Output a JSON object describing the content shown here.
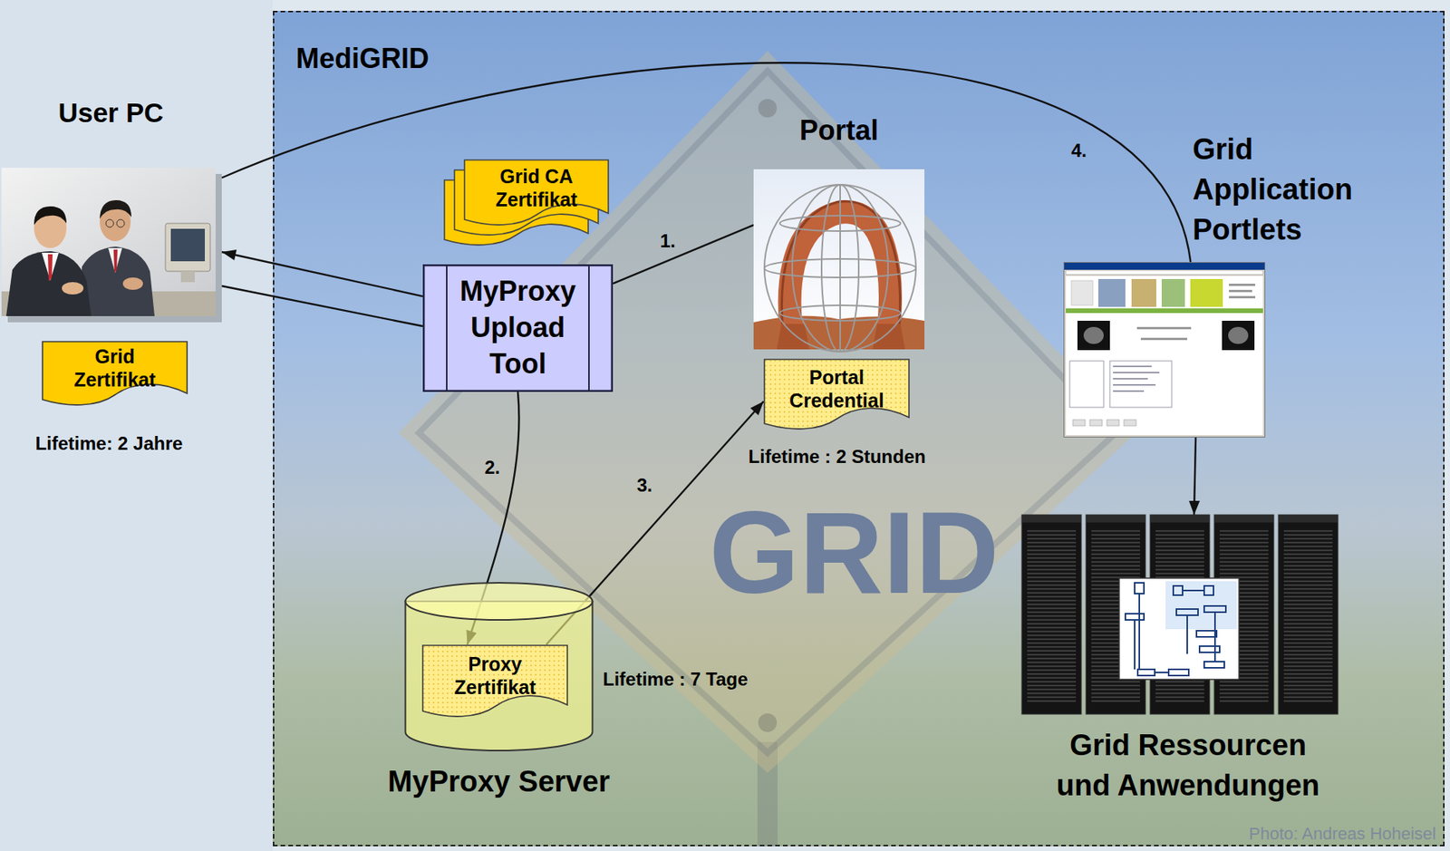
{
  "diagram": {
    "nodes": [
      {
        "text": [
          "MediGRID"
        ]
      },
      {
        "text": [
          "User PC"
        ]
      },
      {
        "text": [
          "Grid Zertifikat"
        ]
      },
      {
        "text": [
          "Grid CA Zertifikat"
        ],
        "in": 0
      },
      {
        "text": [
          "MyProxy Upload Tool"
        ],
        "in": 0
      },
      {
        "text": [
          "Portal"
        ],
        "in": 0
      },
      {
        "text": [
          "Portal Credential"
        ],
        "in": 0
      },
      {
        "text": [
          "Grid Application Portlets"
        ],
        "in": 0
      },
      {
        "text": [
          "MyProxy Server"
        ],
        "in": 0
      },
      {
        "text": [
          "Proxy Zertifikat"
        ],
        "in": 8
      },
      {
        "text": [
          "Grid Ressourcen und Anwendungen"
        ],
        "in": 0
      }
    ],
    "edges": [
      {
        "from": 4,
        "to": 1,
        "arrow": "to"
      },
      {
        "from": 1,
        "to": 4,
        "arrow": "none"
      },
      {
        "from": 4,
        "to": 5,
        "label": "1.",
        "arrow": "none"
      },
      {
        "from": 4,
        "to": 9,
        "label": "2.",
        "arrow": "to"
      },
      {
        "from": 9,
        "to": 6,
        "label": "3.",
        "arrow": "to"
      },
      {
        "from": 1,
        "to": 7,
        "label": "4.",
        "arrow": "none"
      },
      {
        "from": 7,
        "to": 10,
        "arrow": "to"
      }
    ],
    "labels": [
      "Lifetime: 2 Jahre",
      "Lifetime : 2 Stunden",
      "Lifetime : 7 Tage",
      "GRID",
      "Photo: Andreas Hoheisel"
    ]
  }
}
